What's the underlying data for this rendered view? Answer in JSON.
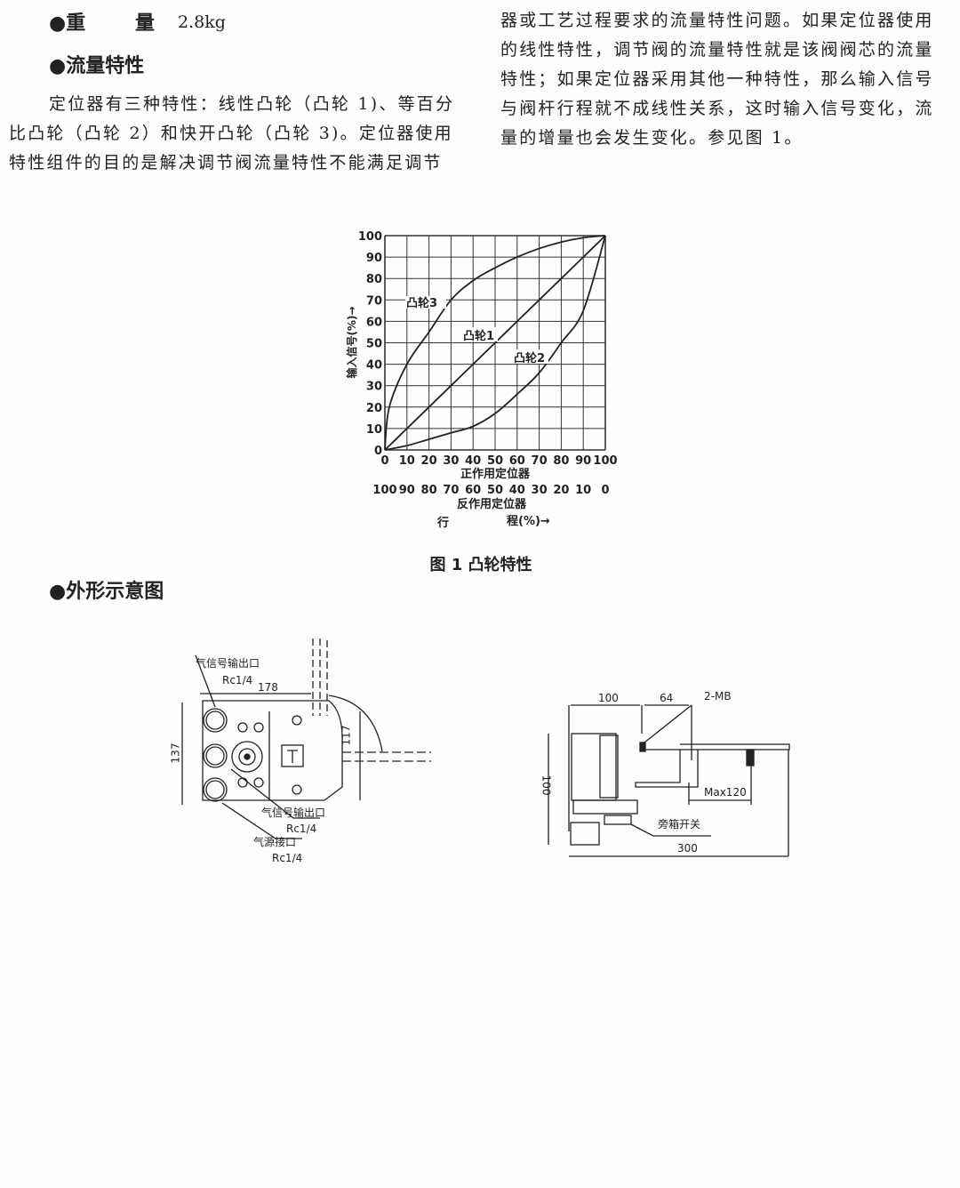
{
  "weight": {
    "label_a": "●重",
    "label_b": "量",
    "value": "2.8kg"
  },
  "flow": {
    "heading": "●流量特性",
    "left_lines": [
      "定位器有三种特性：线性凸轮（凸轮 1)、等百分",
      "比凸轮（凸轮 2）和快开凸轮（凸轮 3)。定位器使用",
      "特性组件的目的是解决调节阀流量特性不能满足调节"
    ],
    "right_lines": [
      "器或工艺过程要求的流量特性问题。如果定位器使用",
      "的线性特性，调节阀的流量特性就是该阀阀芯的流量",
      "特性；如果定位器采用其他一种特性，那么输入信号",
      "与阀杆行程就不成线性关系，这时输入信号变化，流",
      "量的增量也会发生变化。参见图 1。"
    ]
  },
  "chart_data": {
    "type": "line",
    "title": "图 1  凸轮特性",
    "ylabel": "输入信号(%)→",
    "xlabel_direct": "正作用定位器",
    "xlabel_reverse": "反作用定位器",
    "xlabel_bottom_a": "行",
    "xlabel_bottom_b": "程(%)→",
    "xlim": [
      0,
      100
    ],
    "ylim": [
      0,
      100
    ],
    "grid": true,
    "x_ticks": [
      "0",
      "10",
      "20",
      "30",
      "40",
      "50",
      "60",
      "70",
      "80",
      "90",
      "100"
    ],
    "x_ticks_reverse": [
      "100",
      "90",
      "80",
      "70",
      "60",
      "50",
      "40",
      "30",
      "20",
      "10",
      "0"
    ],
    "y_ticks": [
      "0",
      "10",
      "20",
      "30",
      "40",
      "50",
      "60",
      "70",
      "80",
      "90",
      "100"
    ],
    "series": [
      {
        "name": "凸轮1",
        "x": [
          0,
          10,
          20,
          30,
          40,
          50,
          60,
          70,
          80,
          90,
          100
        ],
        "y": [
          0,
          10,
          20,
          30,
          40,
          50,
          60,
          70,
          80,
          90,
          100
        ]
      },
      {
        "name": "凸轮2",
        "x": [
          0,
          10,
          20,
          30,
          40,
          50,
          60,
          70,
          80,
          90,
          100
        ],
        "y": [
          0,
          2,
          5,
          8,
          11,
          17,
          26,
          36,
          50,
          65,
          100
        ]
      },
      {
        "name": "凸轮3",
        "x": [
          0,
          2,
          10,
          20,
          30,
          40,
          50,
          60,
          70,
          80,
          90,
          100
        ],
        "y": [
          0,
          20,
          40,
          55,
          70,
          79,
          85,
          90,
          94,
          97,
          99,
          100
        ]
      }
    ]
  },
  "outline": {
    "heading": "●外形示意图",
    "left": {
      "signal_out_top": "气信号输出口",
      "rc_top": "Rc1/4",
      "dim_178": "178",
      "dim_137": "137",
      "dim_117": "117",
      "signal_out_bottom": "气信号输出口",
      "rc_mid": "Rc1/4",
      "air_supply": "气源接口",
      "rc_bottom": "Rc1/4"
    },
    "right": {
      "dim_100_w": "100",
      "dim_64": "64",
      "mb": "2-MB",
      "dim_100_h": "100",
      "max120": "Max120",
      "switch": "旁箱开关",
      "dim_300": "300"
    }
  }
}
